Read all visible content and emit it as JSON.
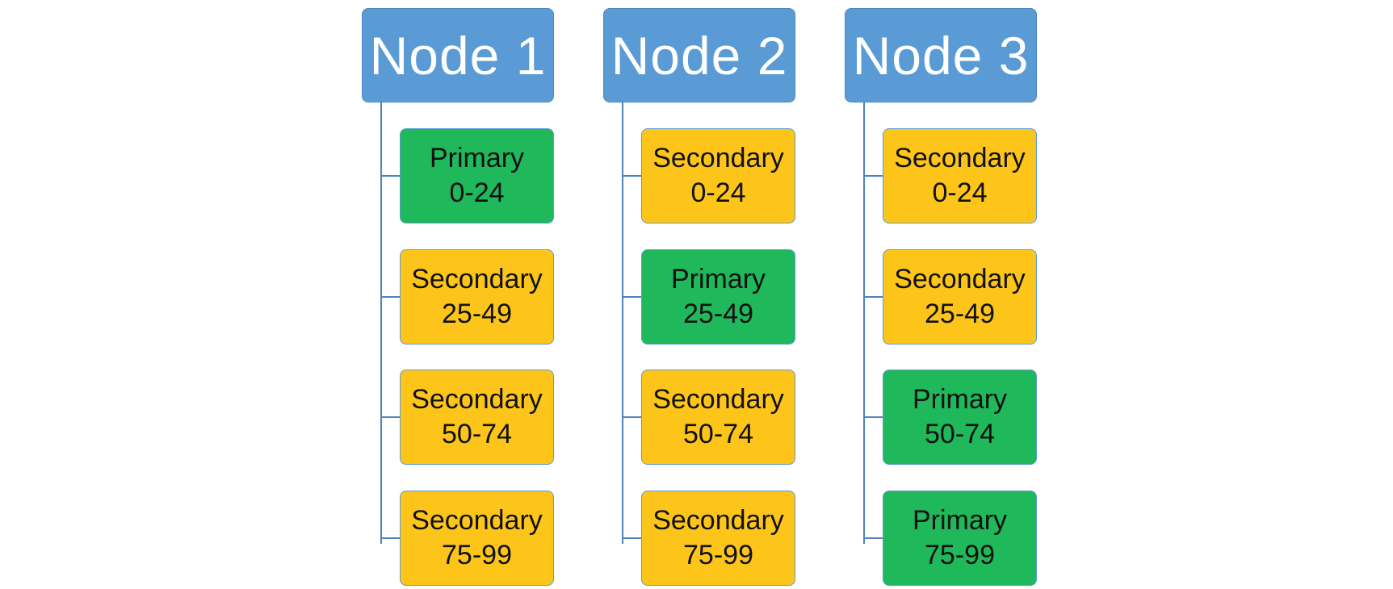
{
  "colors": {
    "header": "#5b9bd5",
    "primary": "#1fb85a",
    "secondary": "#fdc51a",
    "connector": "#4f81bd"
  },
  "nodes": [
    {
      "title": "Node 1",
      "shards": [
        {
          "role": "Primary",
          "range": "0-24"
        },
        {
          "role": "Secondary",
          "range": "25-49"
        },
        {
          "role": "Secondary",
          "range": "50-74"
        },
        {
          "role": "Secondary",
          "range": "75-99"
        }
      ]
    },
    {
      "title": "Node 2",
      "shards": [
        {
          "role": "Secondary",
          "range": "0-24"
        },
        {
          "role": "Primary",
          "range": "25-49"
        },
        {
          "role": "Secondary",
          "range": "50-74"
        },
        {
          "role": "Secondary",
          "range": "75-99"
        }
      ]
    },
    {
      "title": "Node 3",
      "shards": [
        {
          "role": "Secondary",
          "range": "0-24"
        },
        {
          "role": "Secondary",
          "range": "25-49"
        },
        {
          "role": "Primary",
          "range": "50-74"
        },
        {
          "role": "Primary",
          "range": "75-99"
        }
      ]
    }
  ]
}
